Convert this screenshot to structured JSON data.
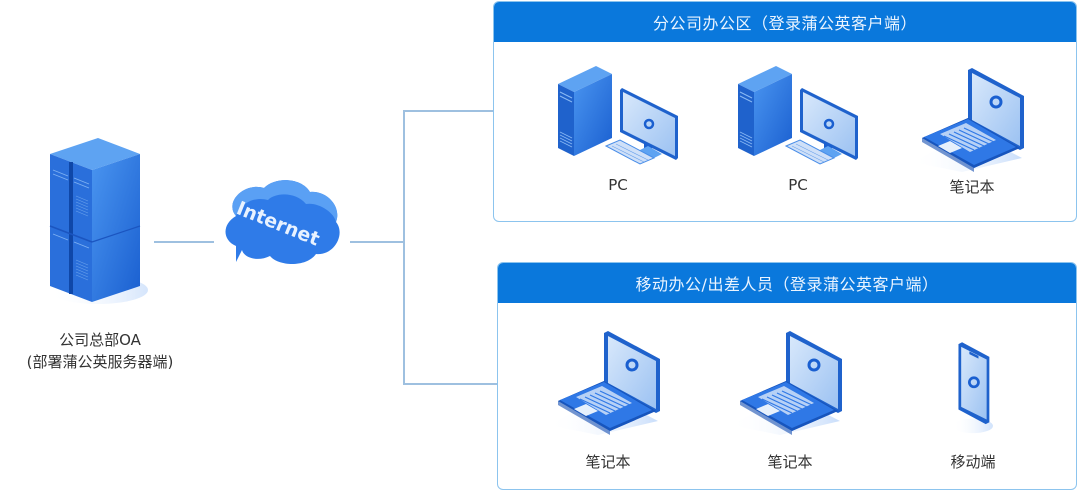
{
  "headquarters": {
    "title": "公司总部OA",
    "subtitle": "(部署蒲公英服务器端)",
    "icon": "server-rack-icon"
  },
  "internet": {
    "label": "Internet",
    "icon": "cloud-icon"
  },
  "branch_panel": {
    "title": "分公司办公区（登录蒲公英客户端）",
    "devices": [
      {
        "label": "PC",
        "icon": "desktop-pc-icon"
      },
      {
        "label": "PC",
        "icon": "desktop-pc-icon"
      },
      {
        "label": "笔记本",
        "icon": "laptop-icon"
      }
    ]
  },
  "mobile_panel": {
    "title": "移动办公/出差人员（登录蒲公英客户端）",
    "devices": [
      {
        "label": "笔记本",
        "icon": "laptop-icon"
      },
      {
        "label": "笔记本",
        "icon": "laptop-icon"
      },
      {
        "label": "移动端",
        "icon": "smartphone-icon"
      }
    ]
  },
  "colors": {
    "accent": "#0a78dc",
    "connector": "#9ec0e0",
    "panel_border": "#8cc4ee"
  }
}
